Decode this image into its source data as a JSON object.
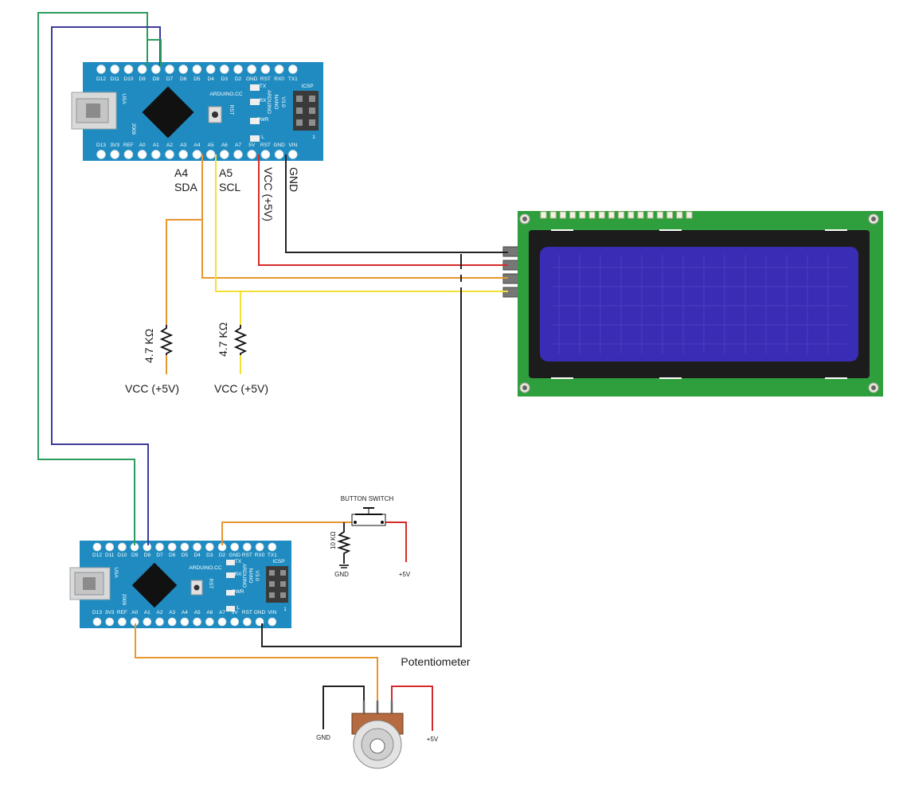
{
  "boards": {
    "nano_top_pins": [
      "D12",
      "D11",
      "D10",
      "D9",
      "D8",
      "D7",
      "D6",
      "D5",
      "D4",
      "D3",
      "D2",
      "GND",
      "RST",
      "RX0",
      "TX1"
    ],
    "nano_bottom_pins": [
      "D13",
      "3V3",
      "REF",
      "A0",
      "A1",
      "A2",
      "A3",
      "A4",
      "A5",
      "A6",
      "A7",
      "5V",
      "RST",
      "GND",
      "VIN"
    ],
    "nano_usa": "USA",
    "nano_year": "2009",
    "nano_brand": "ARDUINO.CC",
    "nano_rst": "RST",
    "nano_model": [
      "ARDUINO",
      "NANO",
      "V3.0"
    ],
    "nano_led_labels": [
      "TX",
      "RX",
      "PWR",
      "L"
    ],
    "nano_icsp": "ICSP",
    "nano_icsp_pin1": "1"
  },
  "i2c": {
    "a4_label": "A4",
    "sda_label": "SDA",
    "a5_label": "A5",
    "scl_label": "SCL",
    "vcc_label": "VCC (+5V)",
    "gnd_label": "GND",
    "pullup_left_value": "4.7 KΩ",
    "pullup_right_value": "4.7 KΩ",
    "pullup_left_supply": "VCC (+5V)",
    "pullup_right_supply": "VCC (+5V)"
  },
  "button": {
    "title": "BUTTON SWITCH",
    "resistor_value": "10 KΩ",
    "gnd_label": "GND",
    "vcc_label": "+5V"
  },
  "potentiometer": {
    "title": "Potentiometer",
    "gnd_label": "GND",
    "vcc_label": "+5V"
  },
  "colors": {
    "board_blue": "#1f8bc0",
    "wire_green": "#2a9d5c",
    "wire_purple": "#3b3c9a",
    "wire_orange": "#e8962e",
    "wire_yellow": "#f3e033",
    "wire_red": "#d62a2a",
    "wire_black": "#222222",
    "lcd_green": "#2f9e3d",
    "lcd_screen": "#3a2db5"
  }
}
